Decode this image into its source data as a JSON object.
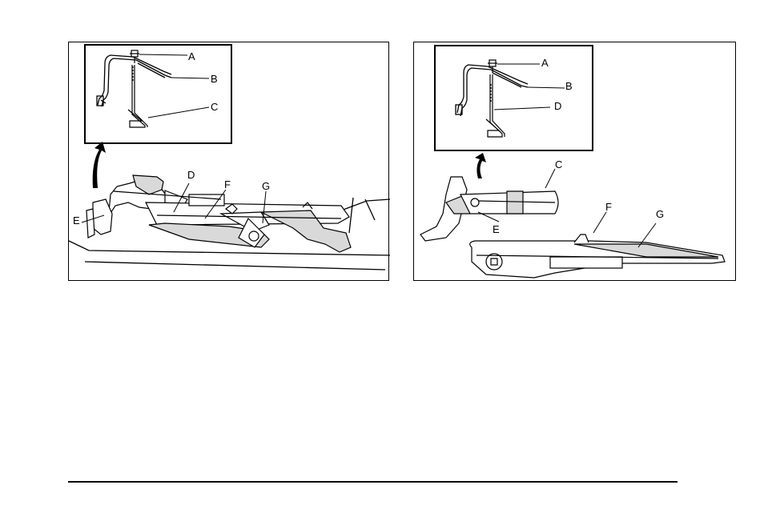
{
  "figures": [
    {
      "id": "removal-tool-stowed-left",
      "callouts": {
        "A": "A",
        "B": "B",
        "C": "C",
        "D": "D",
        "E": "E",
        "F": "F",
        "G": "G"
      }
    },
    {
      "id": "removal-tool-stowed-right",
      "callouts": {
        "A": "A",
        "B": "B",
        "C": "C",
        "D": "D",
        "E": "E",
        "F": "F",
        "G": "G"
      }
    }
  ],
  "colors": {
    "line": "#000000",
    "background": "#ffffff",
    "shade": "#d9d9d9"
  }
}
